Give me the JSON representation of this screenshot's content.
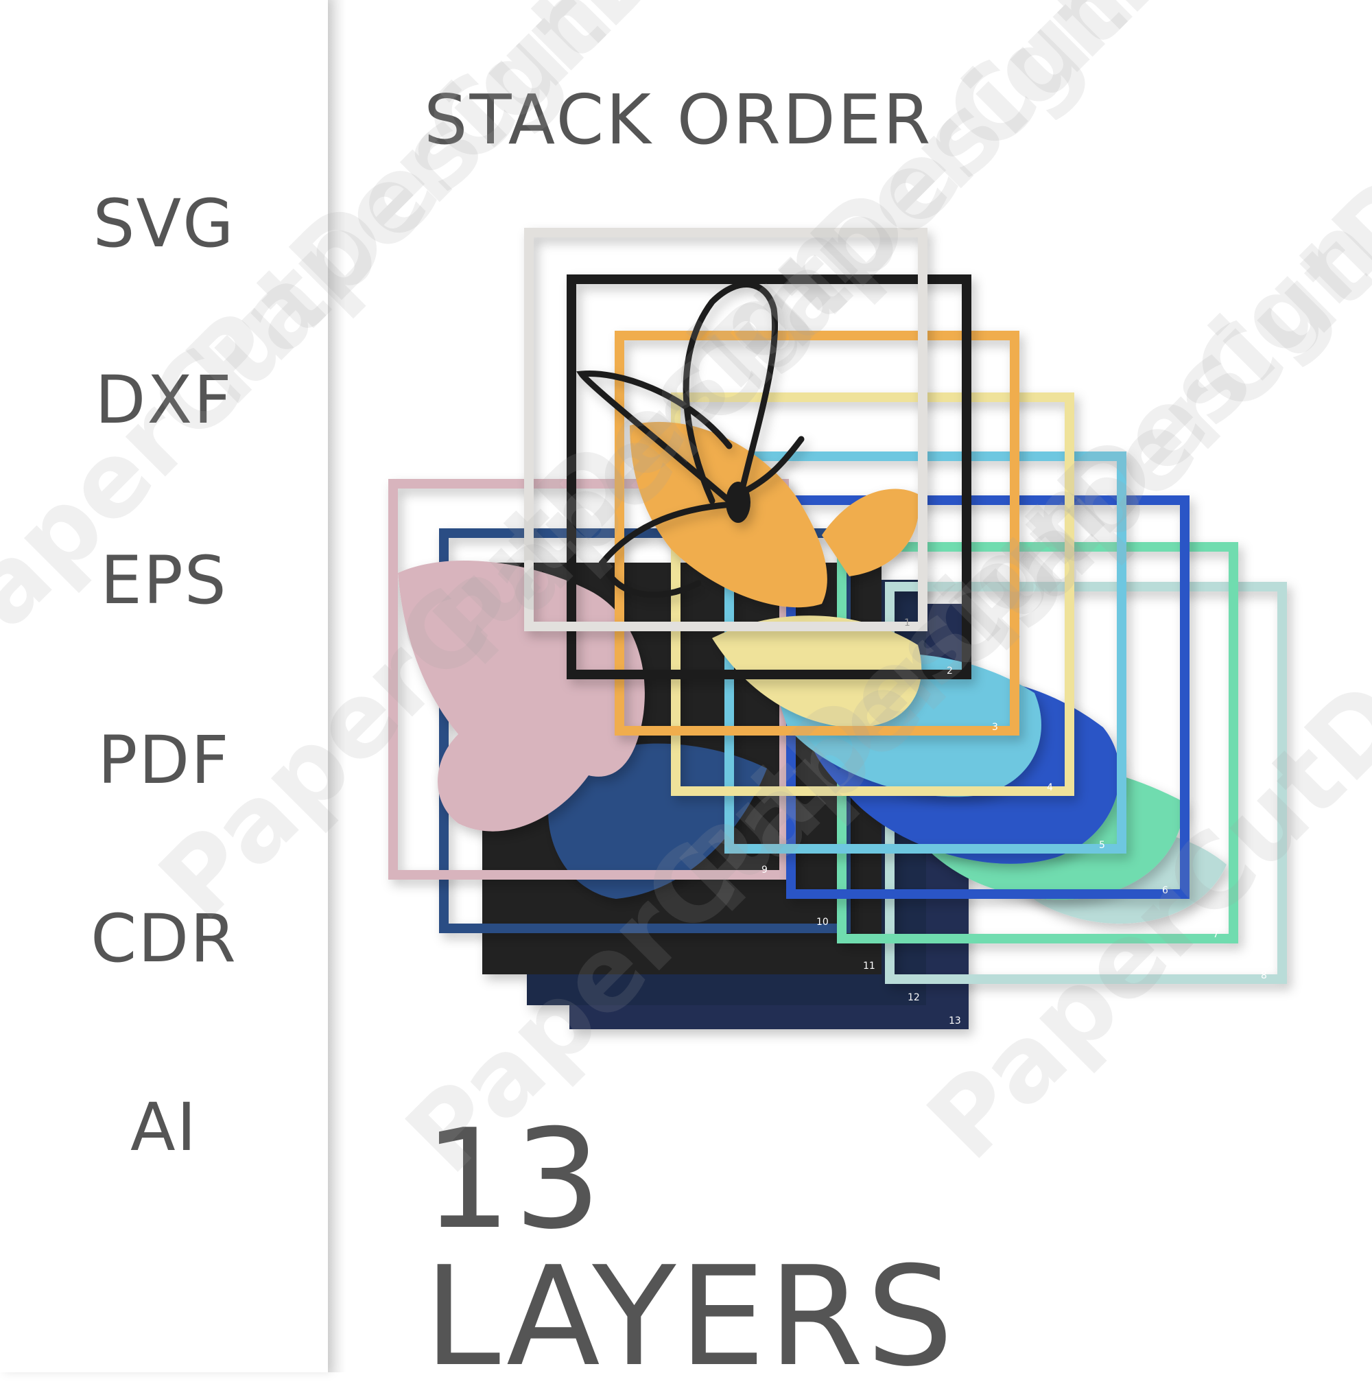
{
  "formats": [
    "SVG",
    "DXF",
    "EPS",
    "PDF",
    "CDR",
    "AI"
  ],
  "title": "STACK ORDER",
  "count_label": "13 LAYERS",
  "watermark_text": "PaperCutDesign",
  "layers": [
    {
      "number": "1",
      "color": "#e2e0dd"
    },
    {
      "number": "2",
      "color": "#1d1d1b"
    },
    {
      "number": "3",
      "color": "#f0ad4e"
    },
    {
      "number": "4",
      "color": "#efe29a"
    },
    {
      "number": "5",
      "color": "#6ec7e0"
    },
    {
      "number": "6",
      "color": "#2c55c6"
    },
    {
      "number": "7",
      "color": "#6fdcaf"
    },
    {
      "number": "8",
      "color": "#b9dcd8"
    },
    {
      "number": "9",
      "color": "#d8b4bd"
    },
    {
      "number": "10",
      "color": "#2c4d84"
    },
    {
      "number": "11",
      "color": "#222222"
    },
    {
      "number": "12",
      "color": "#1f2b4a"
    },
    {
      "number": "13",
      "color": "#202d52"
    }
  ]
}
